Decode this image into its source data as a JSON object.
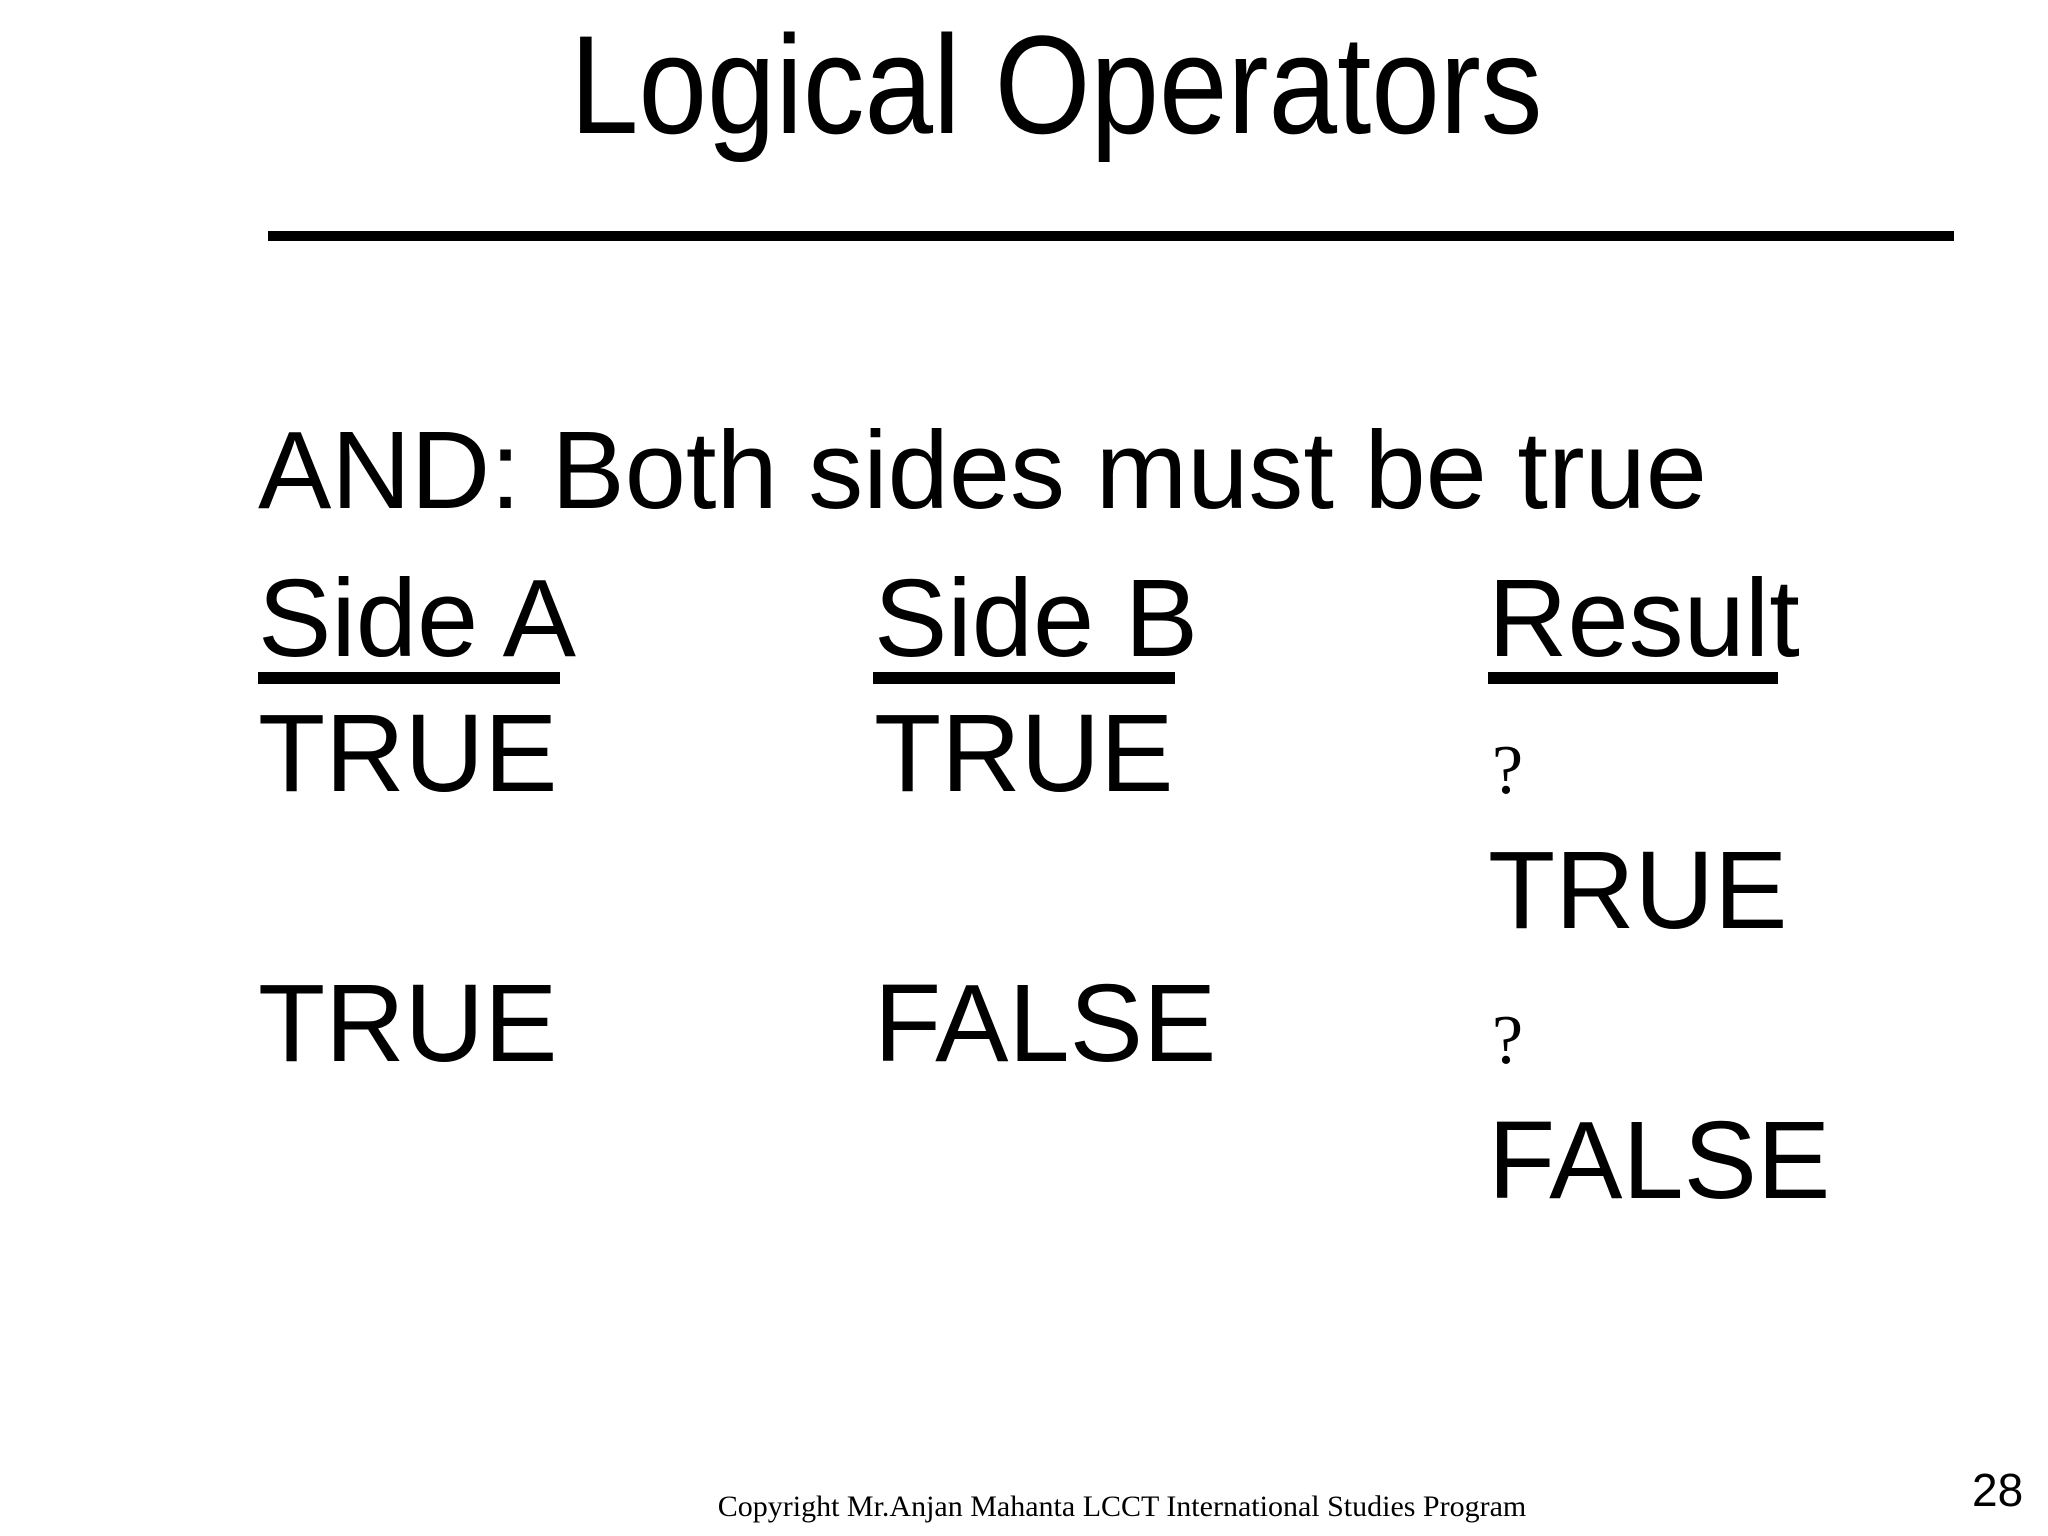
{
  "slide": {
    "background": "#ffffff",
    "text_color": "#000000",
    "title": "Logical Operators",
    "page_number": "28",
    "footer": "Copyright Mr.Anjan Mahanta LCCT International Studies Program"
  },
  "content": {
    "heading": "AND: Both sides must be true",
    "columns": [
      "Side A",
      "Side B",
      "Result"
    ],
    "rows": [
      {
        "a": "TRUE",
        "b": "TRUE",
        "q": "?",
        "answer": "TRUE"
      },
      {
        "a": "TRUE",
        "b": "FALSE",
        "q": "?",
        "answer": "FALSE"
      }
    ]
  }
}
